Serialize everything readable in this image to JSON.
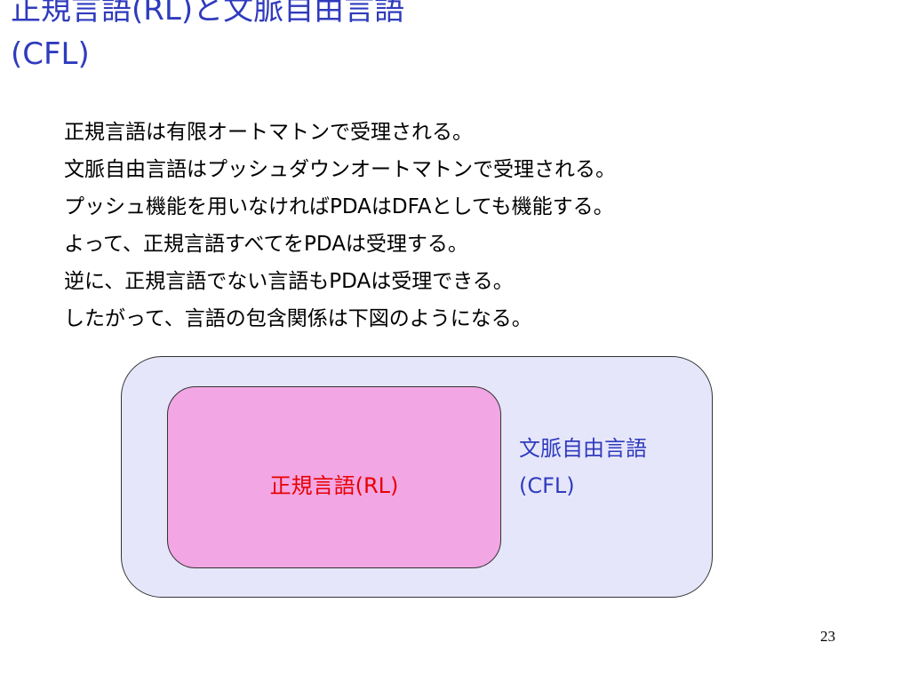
{
  "slide": {
    "title_lines": [
      "正規言語(RL)と文脈自由言語",
      "(CFL)"
    ],
    "body_lines": [
      "正規言語は有限オートマトンで受理される。",
      "文脈自由言語はプッシュダウンオートマトンで受理される。",
      "プッシュ機能を用いなければPDAはDFAとしても機能する。",
      "よって、正規言語すべてをPDAは受理する。",
      "逆に、正規言語でない言語もPDAは受理できる。",
      "したがって、言語の包含関係は下図のようになる。"
    ],
    "page_number": "23"
  },
  "diagram": {
    "outer": {
      "label_lines": [
        "文脈自由言語",
        "(CFL)"
      ],
      "fill": "#e6e6fb",
      "text_color": "#2f3bbd"
    },
    "inner": {
      "label": "正規言語(RL)",
      "fill": "#f2a6e4",
      "text_color": "#e80000"
    }
  }
}
